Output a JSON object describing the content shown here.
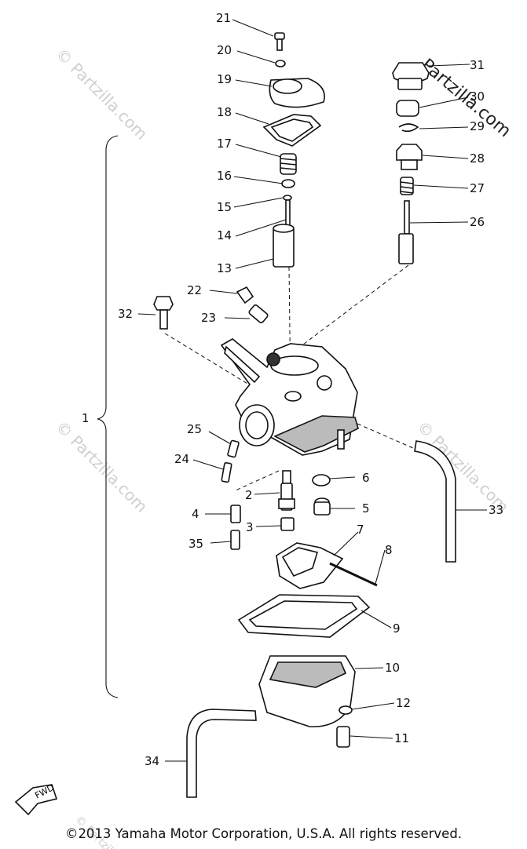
{
  "diagram": {
    "callouts": [
      "1",
      "2",
      "3",
      "4",
      "5",
      "6",
      "7",
      "8",
      "9",
      "10",
      "11",
      "12",
      "13",
      "14",
      "15",
      "16",
      "17",
      "18",
      "19",
      "20",
      "21",
      "22",
      "23",
      "24",
      "25",
      "26",
      "27",
      "28",
      "29",
      "30",
      "31",
      "32",
      "33",
      "34",
      "35"
    ],
    "watermark": "© Partzilla.com",
    "watermark_corner": "Partzilla.com",
    "fwd_label": "FWD",
    "copyright": "©2013 Yamaha Motor Corporation, U.S.A. All rights reserved."
  }
}
